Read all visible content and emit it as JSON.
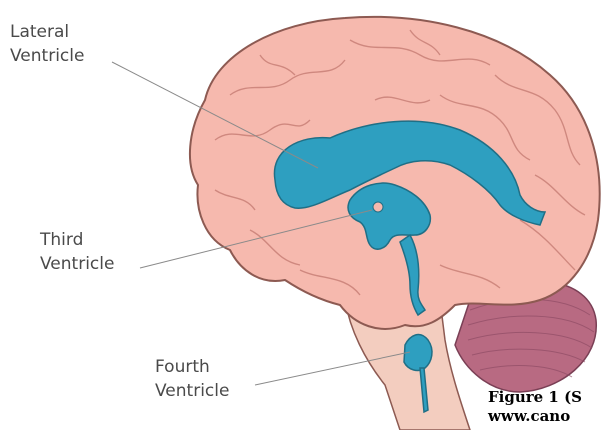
{
  "labels": {
    "lateral": {
      "line1": "Lateral",
      "line2": "Ventricle"
    },
    "third": {
      "line1": "Third",
      "line2": "Ventricle"
    },
    "fourth": {
      "line1": "Fourth",
      "line2": "Ventricle"
    }
  },
  "caption": {
    "line1": "Figure 1 (S",
    "line2": "www.cano"
  },
  "colors": {
    "cerebrum": "#f6b9ae",
    "cerebrum_outline": "#8d5a52",
    "ventricles": "#2e9fc0",
    "cerebellum": "#b86a82",
    "brainstem": "#f3cdbf",
    "leader_lines": "#8a8a8a"
  }
}
